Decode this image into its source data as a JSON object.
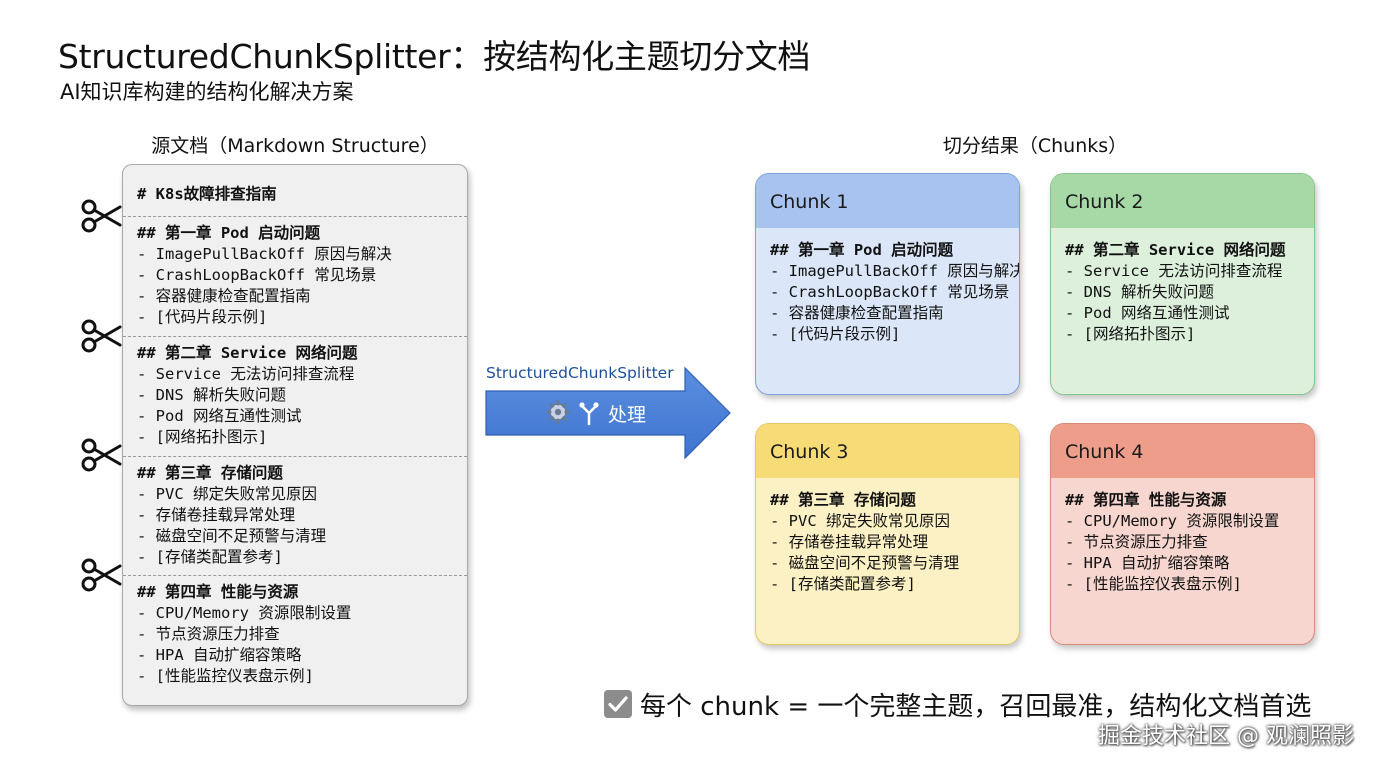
{
  "header": {
    "title": "StructuredChunkSplitter：按结构化主题切分文档",
    "subtitle": "AI知识库构建的结构化解决方案"
  },
  "source": {
    "label": "源文档（Markdown Structure）",
    "title_line": "# K8s故障排查指南",
    "sections": [
      {
        "heading": "## 第一章 Pod 启动问题",
        "items": [
          "- ImagePullBackOff 原因与解决",
          "- CrashLoopBackOff 常见场景",
          "- 容器健康检查配置指南",
          "- [代码片段示例]"
        ]
      },
      {
        "heading": "## 第二章 Service 网络问题",
        "items": [
          "- Service 无法访问排查流程",
          "- DNS 解析失败问题",
          "- Pod 网络互通性测试",
          "- [网络拓扑图示]"
        ]
      },
      {
        "heading": "## 第三章 存储问题",
        "items": [
          "- PVC 绑定失败常见原因",
          "- 存储卷挂载异常处理",
          "- 磁盘空间不足预警与清理",
          "- [存储类配置参考]"
        ]
      },
      {
        "heading": "## 第四章 性能与资源",
        "items": [
          "- CPU/Memory 资源限制设置",
          "- 节点资源压力排查",
          "- HPA 自动扩缩容策略",
          "- [性能监控仪表盘示例]"
        ]
      }
    ]
  },
  "process": {
    "splitter_name": "StructuredChunkSplitter",
    "action_label": "处理",
    "icons": [
      "gear-icon",
      "branch-icon",
      "scissors-icon",
      "checkbox-icon"
    ]
  },
  "result": {
    "label": "切分结果（Chunks）",
    "chunks": [
      {
        "name": "Chunk 1",
        "color": "#a8c3ef",
        "lines": [
          "## 第一章 Pod 启动问题",
          "- ImagePullBackOff 原因与解决",
          "- CrashLoopBackOff 常见场景",
          "- 容器健康检查配置指南",
          "- [代码片段示例]"
        ]
      },
      {
        "name": "Chunk 2",
        "color": "#a7d9a6",
        "lines": [
          "## 第二章 Service 网络问题",
          "- Service 无法访问排查流程",
          "- DNS 解析失败问题",
          "- Pod 网络互通性测试",
          "- [网络拓扑图示]"
        ]
      },
      {
        "name": "Chunk 3",
        "color": "#f7db77",
        "lines": [
          "## 第三章 存储问题",
          "- PVC 绑定失败常见原因",
          "- 存储卷挂载异常处理",
          "- 磁盘空间不足预警与清理",
          "- [存储类配置参考]"
        ]
      },
      {
        "name": "Chunk 4",
        "color": "#ee9d8b",
        "lines": [
          "## 第四章 性能与资源",
          "- CPU/Memory 资源限制设置",
          "- 节点资源压力排查",
          "- HPA 自动扩缩容策略",
          "- [性能监控仪表盘示例]"
        ]
      }
    ]
  },
  "footer": {
    "summary": "每个 chunk = 一个完整主题，召回最准，结构化文档首选",
    "watermark": "掘金技术社区 @ 观澜照影"
  }
}
